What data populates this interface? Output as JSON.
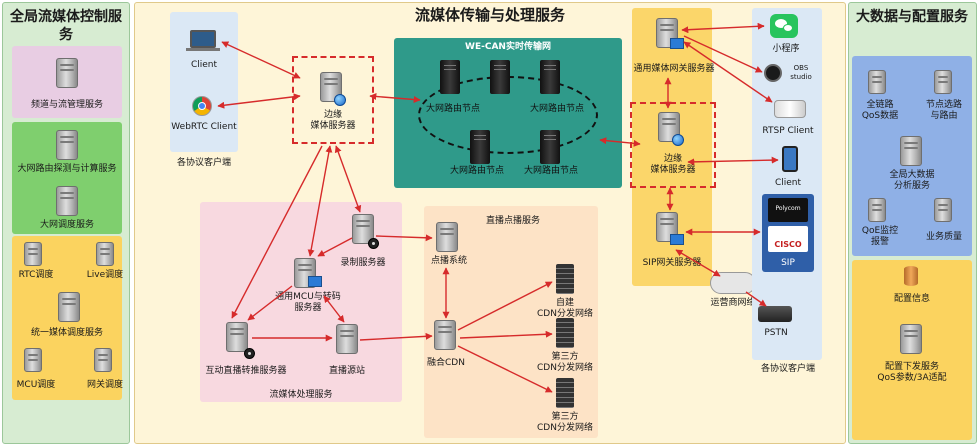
{
  "left": {
    "title": "全局流媒体控制服务",
    "channel": "频道与流管理服务",
    "probe": "大网路由探测与计算服务",
    "dispatch": "大网调度服务",
    "rtc": "RTC调度",
    "live": "Live调度",
    "unified": "统一媒体调度服务",
    "mcu": "MCU调度",
    "gateway": "网关调度"
  },
  "center": {
    "title": "流媒体传输与处理服务",
    "clients_label": "各协议客户端",
    "client": "Client",
    "webrtc": "WebRTC Client",
    "edge": "边缘\n媒体服务器",
    "wecan_title": "WE-CAN实时传输网",
    "node": "大网路由节点",
    "processing_title": "流媒体处理服务",
    "record": "录制服务器",
    "mcu": "通用MCU与转码\n服务器",
    "interactive": "互动直播转推服务器",
    "origin": "直播源站",
    "vod_title": "直播点播服务",
    "vod_system": "点播系统",
    "fusion_cdn": "融合CDN",
    "cdn_self": "自建\nCDN分发网络",
    "cdn_third": "第三方\nCDN分发网络"
  },
  "right_cluster": {
    "gateway": "通用媒体网关服务器",
    "edge": "边缘\n媒体服务器",
    "sip_gateway": "SIP网关服务器",
    "carrier": "运营商网络",
    "miniprogram": "小程序",
    "obs": "OBS\nstudio",
    "rtsp": "RTSP Client",
    "client": "Client",
    "polycom": "Polycom",
    "cisco": "CISCO",
    "sip": "SIP",
    "pstn": "PSTN",
    "clients_label": "各协议客户端"
  },
  "bigdata": {
    "title": "大数据与配置服务",
    "qos": "全链路\nQoS数据",
    "route": "节点选路\n与路由",
    "analysis": "全局大数据\n分析服务",
    "qoe": "QoE监控\n报警",
    "quality": "业务质量",
    "config_info": "配置信息",
    "config_push": "配置下发服务\nQoS参数/3A适配"
  },
  "colors": {
    "frame_green": "#d5ecd0",
    "panel_yellow": "#fef5d8",
    "wecan_teal": "#2f9a8a",
    "pink": "#f8d9e0",
    "orange": "#fde3c6",
    "bigdata_blue": "#8fb0e6",
    "arrow_red": "#d62b2b"
  }
}
